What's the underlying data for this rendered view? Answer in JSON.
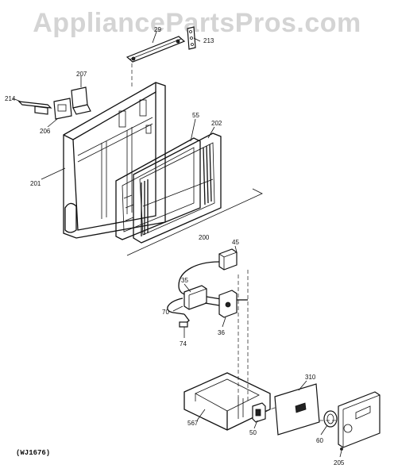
{
  "watermark": "AppliancePartsPros.com",
  "diagram_code": "(WJ1676)",
  "callouts": {
    "p29": "29",
    "p213": "213",
    "p207": "207",
    "p214": "214",
    "p206": "206",
    "p55": "55",
    "p202": "202",
    "p201": "201",
    "p200": "200",
    "p45": "45",
    "p35": "35",
    "p70": "70",
    "p36": "36",
    "p74": "74",
    "p310": "310",
    "p567": "567",
    "p50": "50",
    "p60": "60",
    "p205": "205"
  }
}
